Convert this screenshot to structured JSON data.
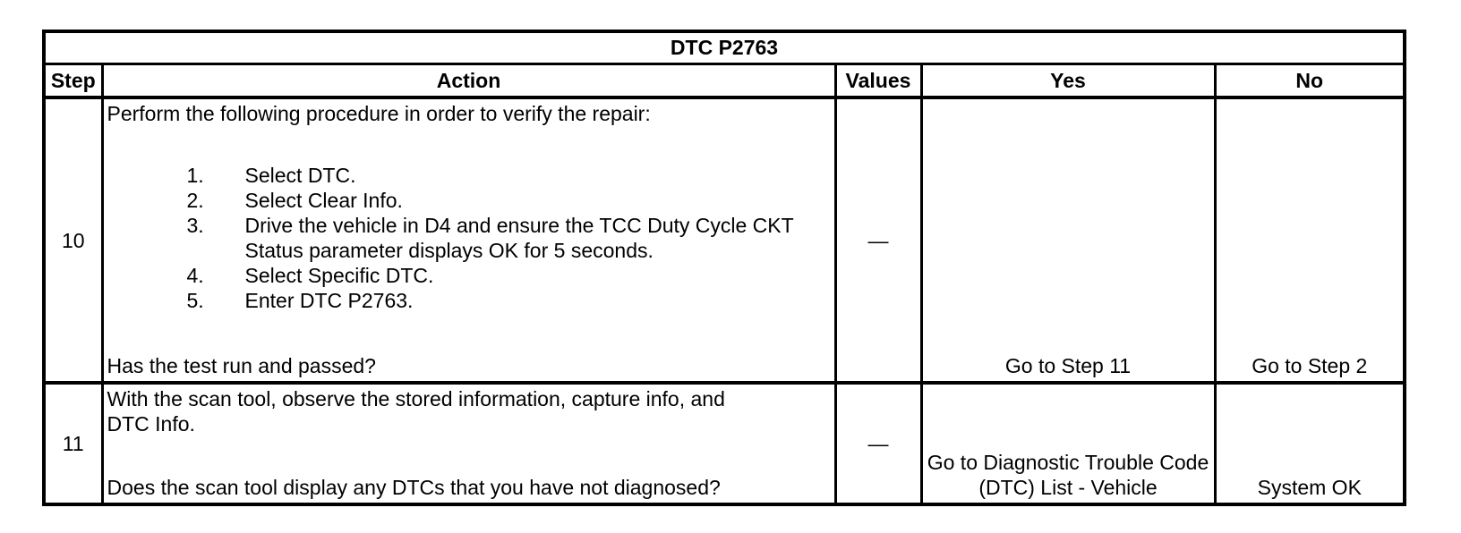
{
  "colors": {
    "ink": "#000000",
    "paper": "#ffffff"
  },
  "table": {
    "title": "DTC P2763",
    "headers": {
      "step": "Step",
      "action": "Action",
      "values": "Values",
      "yes": "Yes",
      "no": "No"
    },
    "rows": [
      {
        "step": "10",
        "intro": "Perform the following procedure in order to verify the repair:",
        "list": [
          {
            "num": "1.",
            "text": "Select DTC."
          },
          {
            "num": "2.",
            "text": "Select Clear Info."
          },
          {
            "num": "3.",
            "text": "Drive the vehicle in D4 and ensure the TCC Duty Cycle CKT Status parameter displays OK for 5 seconds."
          },
          {
            "num": "4.",
            "text": "Select Specific DTC."
          },
          {
            "num": "5.",
            "text": "Enter DTC P2763."
          }
        ],
        "question": "Has the test run and passed?",
        "values": "—",
        "yes": "Go to Step 11",
        "no": "Go to Step 2"
      },
      {
        "step": "11",
        "intro": "With the scan tool, observe the stored information, capture info, and DTC Info.",
        "question": "Does the scan tool display any DTCs that you have not diagnosed?",
        "values": "—",
        "yes": "Go to Diagnostic Trouble Code (DTC) List - Vehicle",
        "no": "System OK"
      }
    ]
  }
}
